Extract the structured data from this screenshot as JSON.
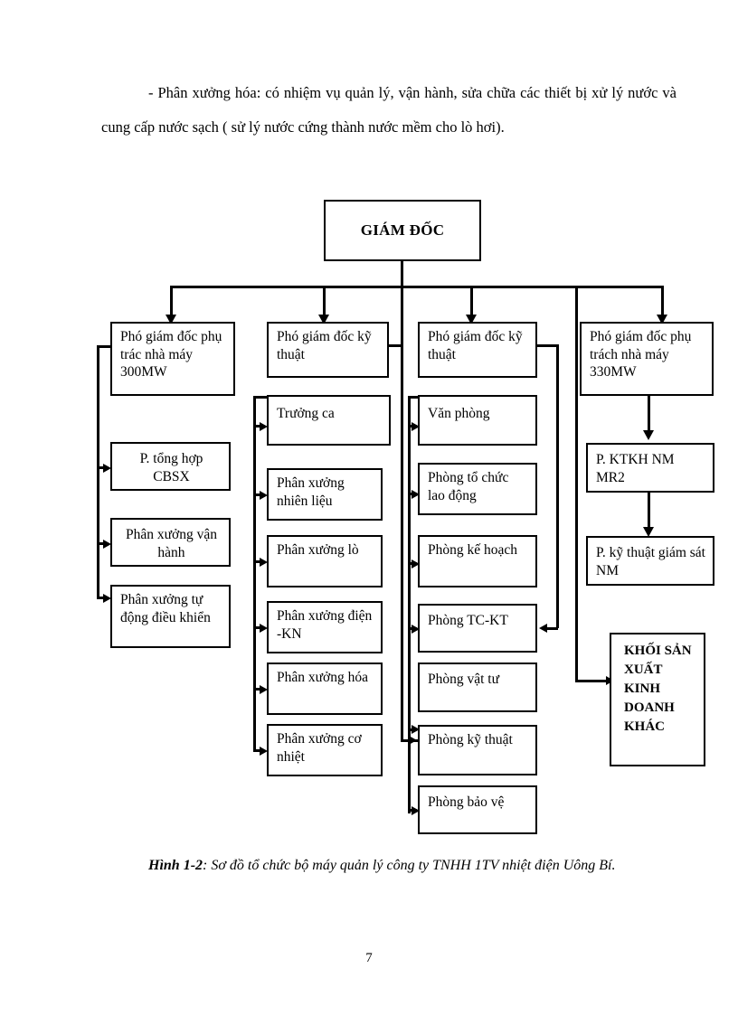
{
  "document": {
    "page_number": "7",
    "paragraph": "- Phân xưởng hóa: có nhiệm vụ quản lý, vận hành, sửa chữa các thiết bị xử lý nước và cung cấp nước sạch ( sử lý nước cứng thành nước mềm cho lò hơi).",
    "caption_label": "Hình 1-2",
    "caption_text": ": Sơ đồ tổ chức bộ máy quản lý công ty TNHH 1TV nhiệt điện Uông Bí."
  },
  "diagram": {
    "title": "Sơ đồ tổ chức bộ máy quản lý",
    "root": "GIÁM ĐỐC",
    "columns": [
      {
        "id": "col-1",
        "head": "Phó giám đốc phụ trác nhà máy 300MW",
        "items": [
          "P. tổng hợp CBSX",
          "Phân xưởng vận hành",
          "Phân xưởng tự động điều khiển"
        ]
      },
      {
        "id": "col-2",
        "head": "Phó giám đốc kỹ thuật",
        "items": [
          "Trưởng ca",
          "Phân xưởng nhiên liệu",
          "Phân xưởng lò",
          "Phân xưởng điện -KN",
          "Phân xưởng hóa",
          "Phân xưởng cơ nhiệt"
        ]
      },
      {
        "id": "col-3",
        "head": "Phó giám đốc kỹ thuật",
        "items": [
          "Văn phòng",
          "Phòng tổ chức lao động",
          "Phòng kế hoạch",
          "Phòng TC-KT",
          "Phòng vật tư",
          "Phòng kỹ thuật",
          "Phòng bảo vệ"
        ]
      },
      {
        "id": "col-4",
        "head": "Phó giám đốc phụ trách nhà máy 330MW",
        "items": [
          "P. KTKH NM MR2",
          "P. kỹ thuật giám sát NM"
        ]
      }
    ],
    "other_block": "KHỐI SẢN XUẤT KINH DOANH KHÁC",
    "colors": {
      "line": "#000000",
      "box_fill": "#ffffff",
      "text": "#000000"
    }
  }
}
